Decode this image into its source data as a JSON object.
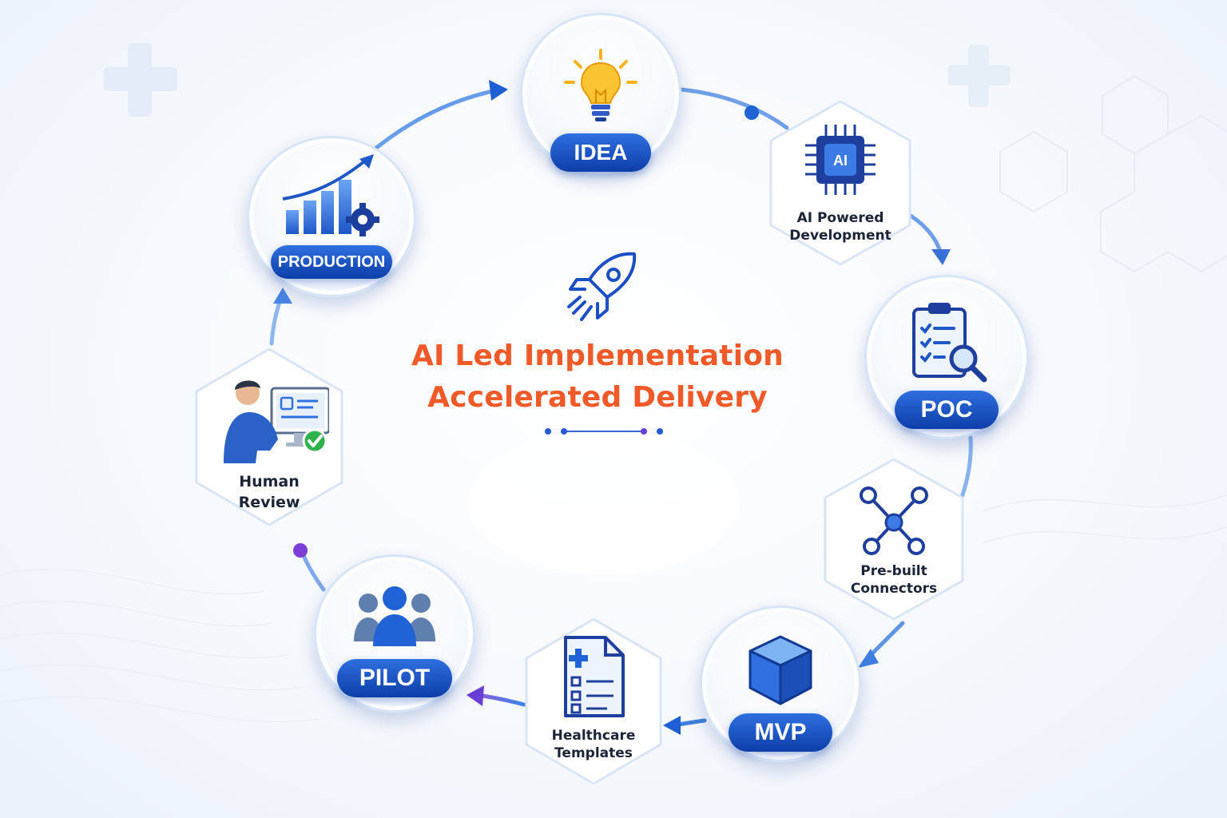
{
  "title": {
    "line1": "AI Led Implementation",
    "line2": "Accelerated Delivery"
  },
  "stages": {
    "idea": "IDEA",
    "poc": "POC",
    "mvp": "MVP",
    "pilot": "PILOT",
    "production": "PRODUCTION"
  },
  "enablers": {
    "ai_dev": {
      "line1": "AI Powered",
      "line2": "Development",
      "chip_text": "AI"
    },
    "connectors": {
      "line1": "Pre-built",
      "line2": "Connectors"
    },
    "templates": {
      "line1": "Healthcare",
      "line2": "Templates"
    },
    "review": {
      "line1": "Human",
      "line2": "Review"
    }
  },
  "colors": {
    "title": "#f05a28",
    "pill_top": "#2f6fe0",
    "pill_bottom": "#0d3ea8",
    "connector": "#5b8fe6",
    "accent_purple": "#7b3fd6",
    "bulb": "#f6b21b"
  }
}
